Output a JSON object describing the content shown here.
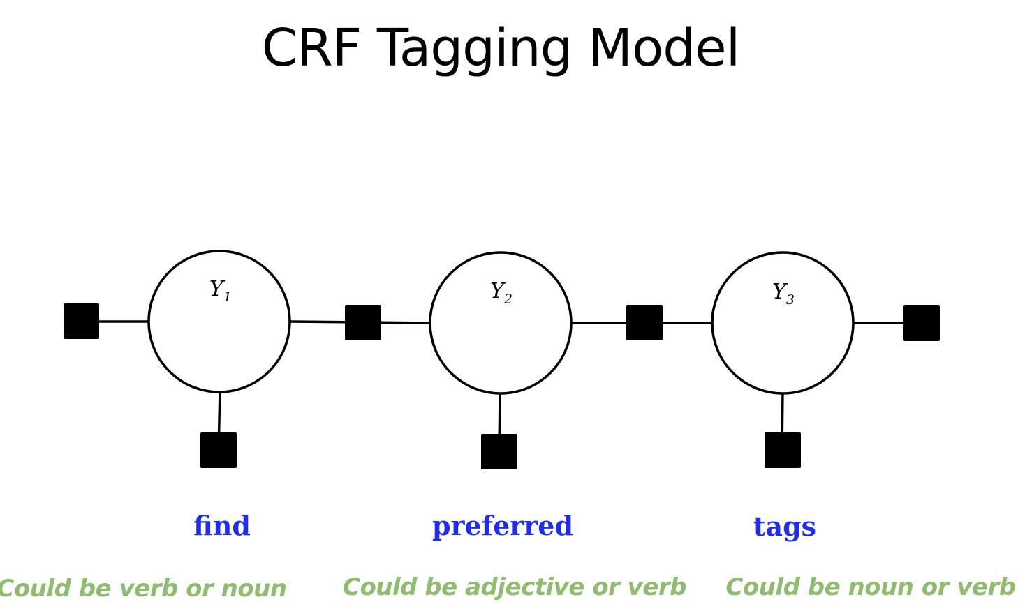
{
  "title": "CRF Tagging Model",
  "colors": {
    "word": "#1f2ee6",
    "note": "#8fbc6e",
    "ink": "#000000"
  },
  "nodes": [
    {
      "var": "Y",
      "sub": "1",
      "word": "find",
      "note": "Could be verb or noun"
    },
    {
      "var": "Y",
      "sub": "2",
      "word": "preferred",
      "note": "Could be adjective or verb"
    },
    {
      "var": "Y",
      "sub": "3",
      "word": "tags",
      "note": "Could be noun or verb"
    }
  ]
}
